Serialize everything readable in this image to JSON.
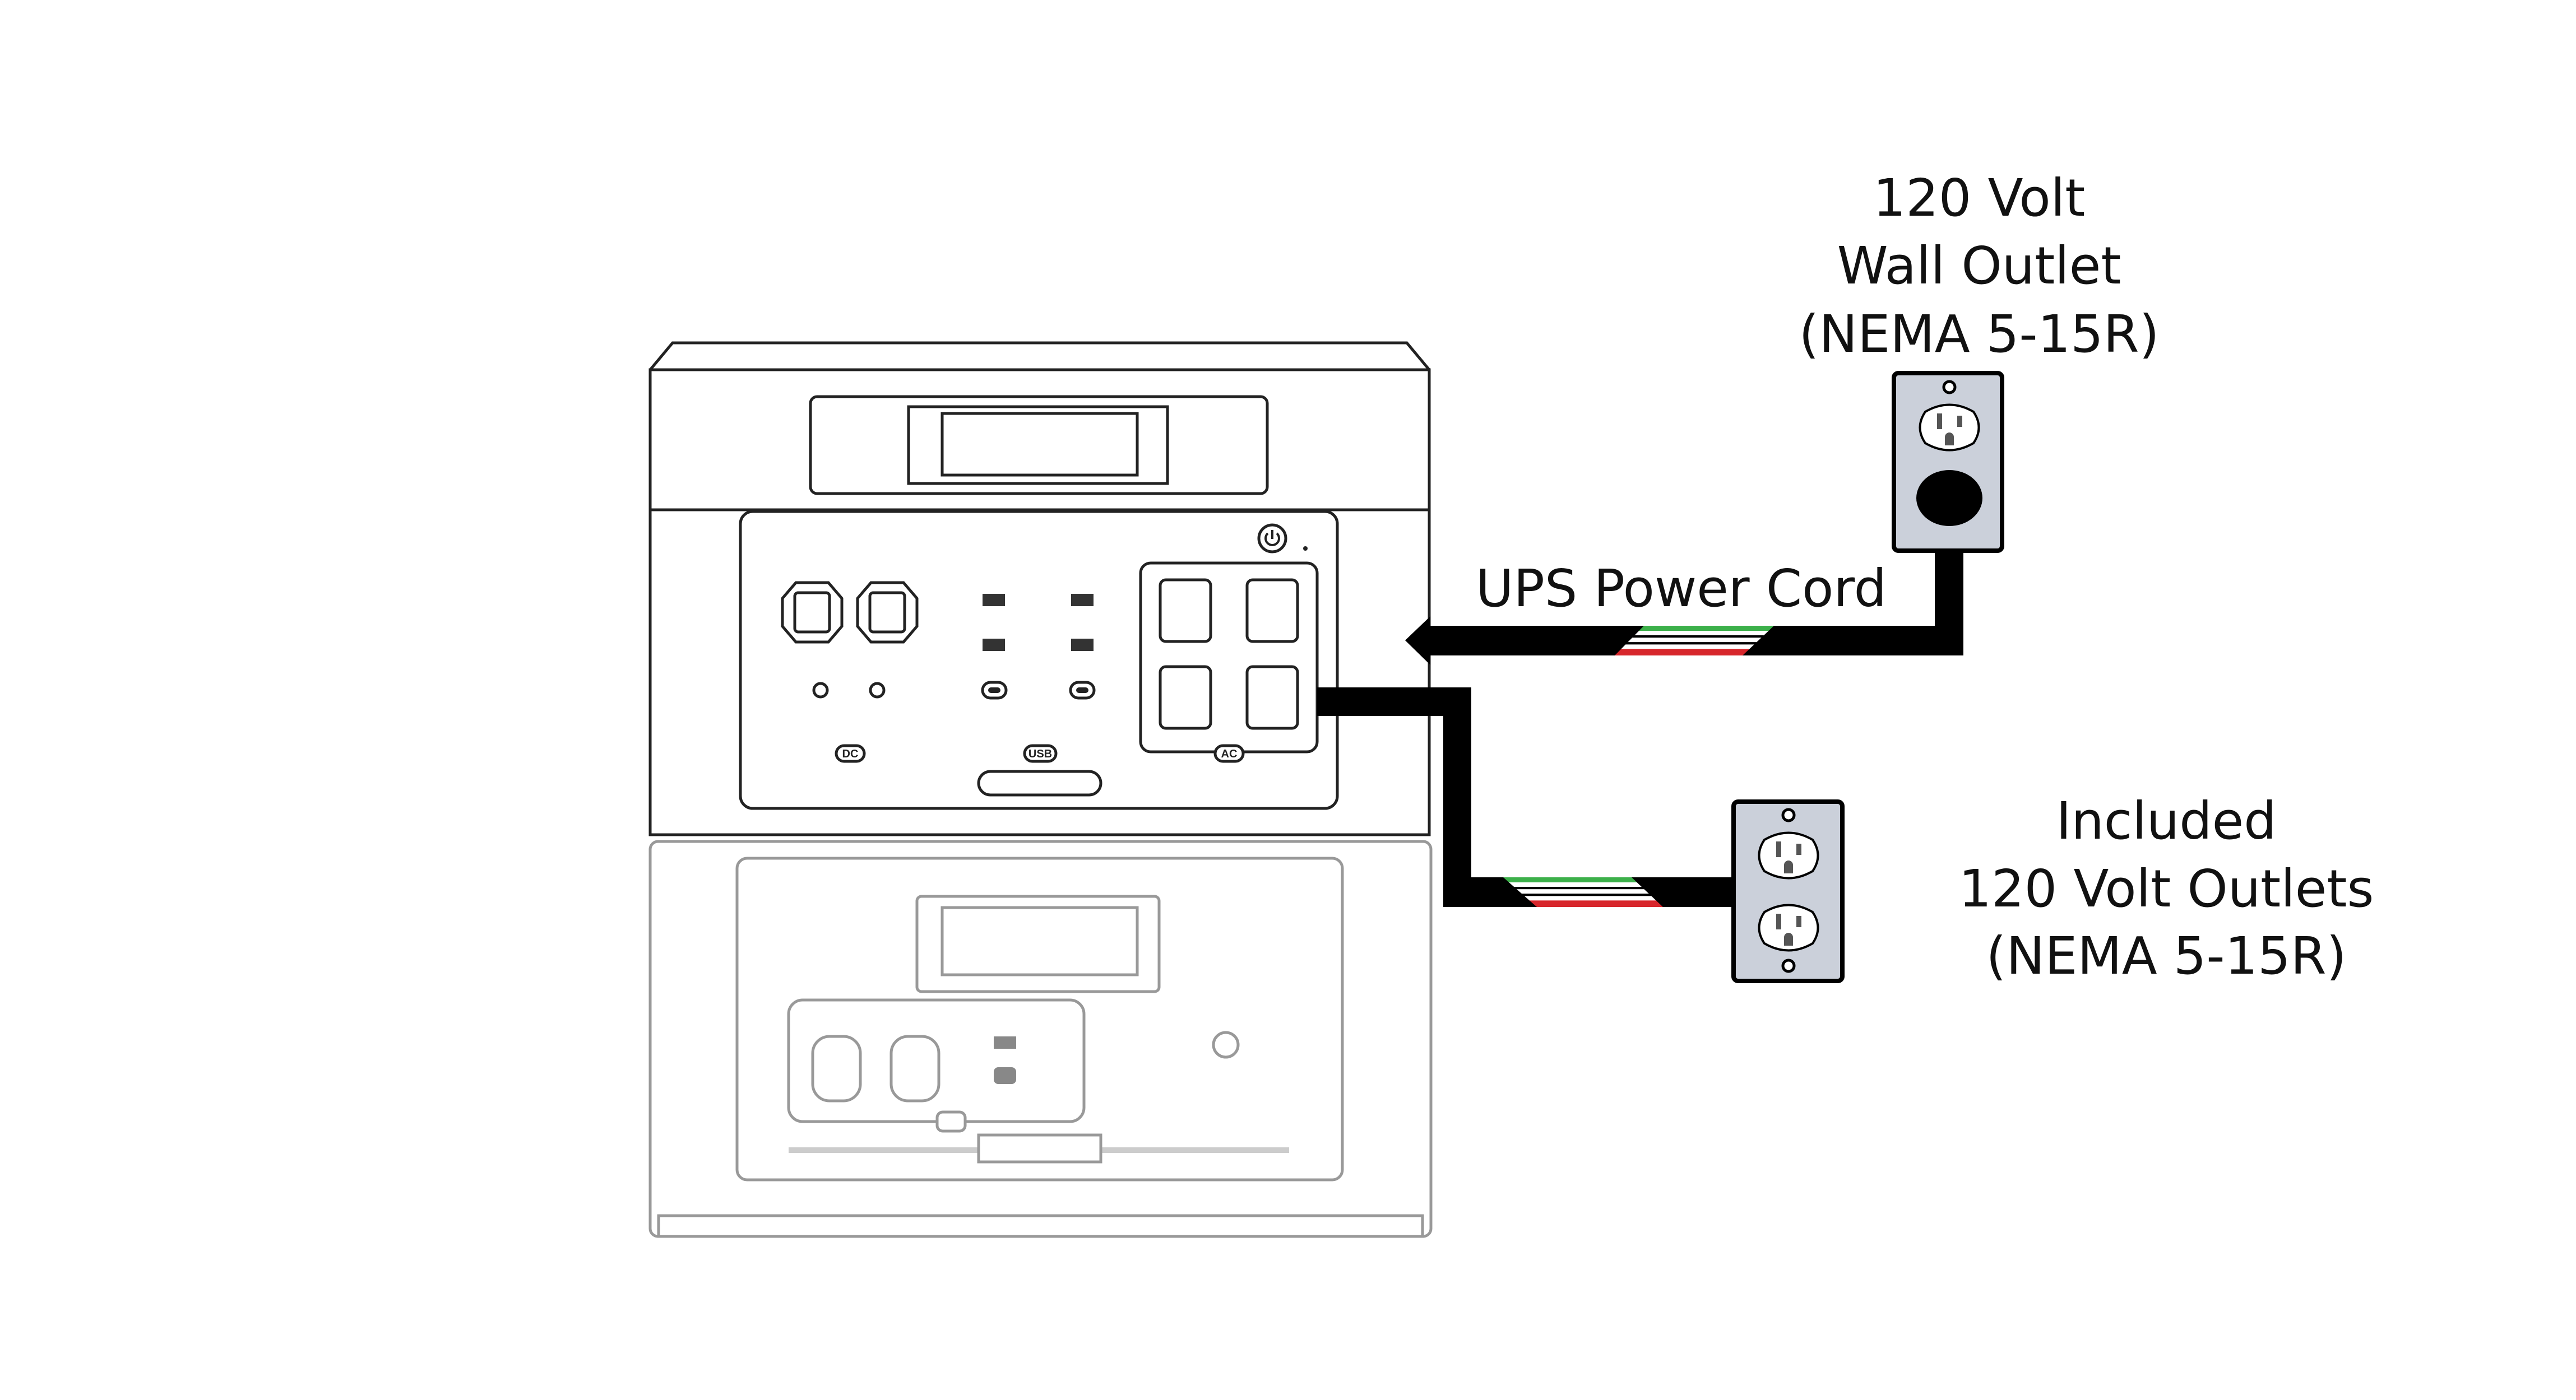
{
  "labels": {
    "wall_outlet": [
      "120 Volt",
      "Wall Outlet",
      "(NEMA 5-15R)"
    ],
    "cord": "UPS Power Cord",
    "included_outlets": [
      "Included",
      "120 Volt Outlets",
      "(NEMA 5-15R)"
    ]
  },
  "device": {
    "port_labels": {
      "dc": "DC",
      "usb": "USB",
      "ac": "AC"
    }
  },
  "colors": {
    "cord": "#000000",
    "wire_green": "#3cb04a",
    "wire_red": "#d7262b",
    "outlet_plate": "#cbd0da"
  }
}
